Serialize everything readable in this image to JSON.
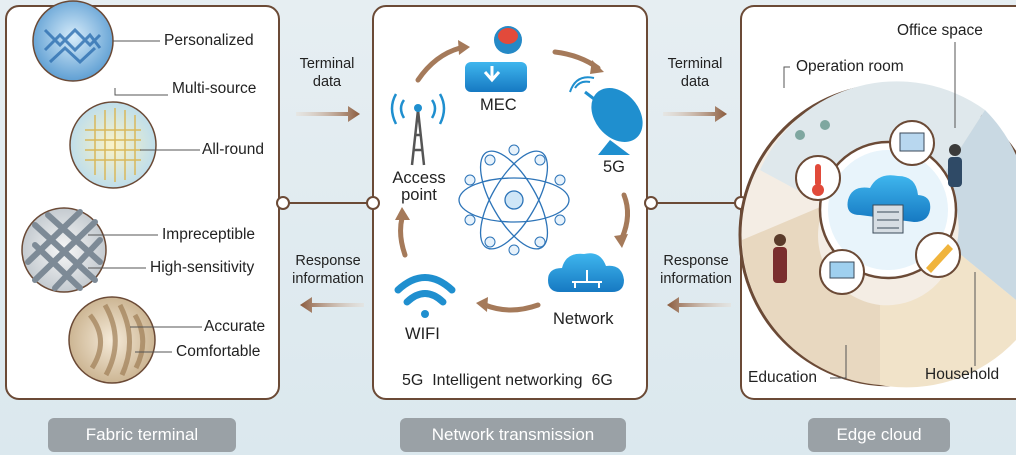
{
  "fabric": {
    "features": [
      "Personalized",
      "Multi-source",
      "All-round",
      "Impreceptible",
      "High-sensitivity",
      "Accurate",
      "Comfortable"
    ],
    "footer": "Fabric terminal"
  },
  "network": {
    "nodes": [
      "MEC",
      "5G",
      "Network",
      "WIFI",
      "Access point"
    ],
    "bottom_text": "5G  Intelligent networking  6G",
    "footer": "Network transmission"
  },
  "cloud": {
    "scenes": [
      "Office space",
      "Operation room",
      "Education",
      "Household"
    ],
    "footer": "Edge cloud"
  },
  "flows": {
    "terminal_data": "Terminal data",
    "response": "Response information"
  },
  "colors": {
    "frame": "#6b4a36",
    "accent_blue": "#1f8fcf",
    "arrow": "#8a5a3c"
  }
}
